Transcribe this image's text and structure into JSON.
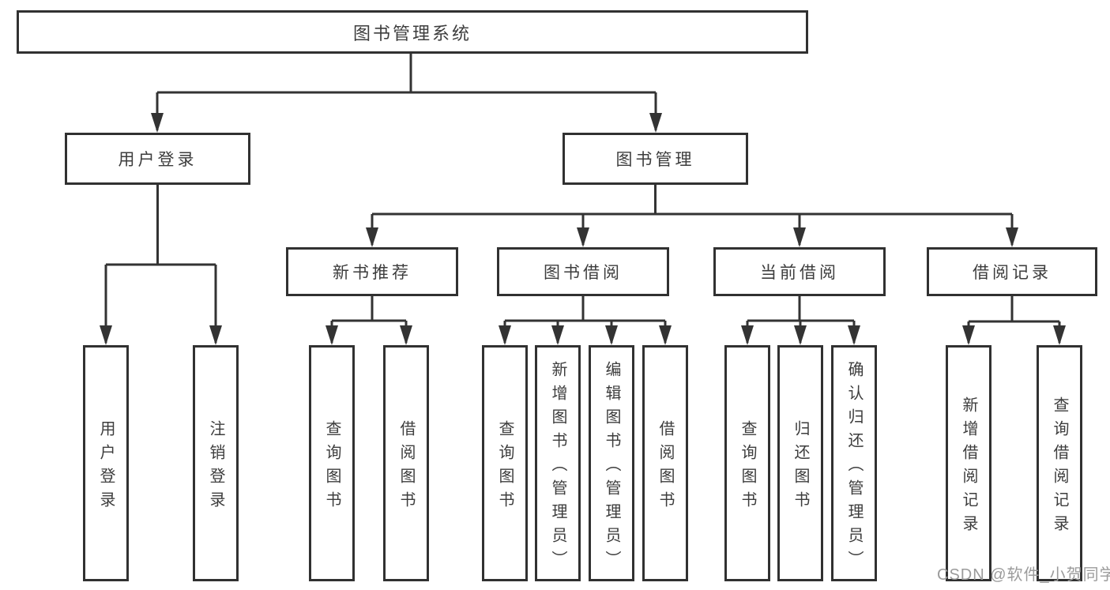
{
  "diagram": {
    "root": {
      "label": "图书管理系统"
    },
    "level2": {
      "user_login": {
        "label": "用户登录"
      },
      "book_mgmt": {
        "label": "图书管理"
      }
    },
    "level3": {
      "new_books": {
        "label": "新书推荐"
      },
      "book_borrow": {
        "label": "图书借阅"
      },
      "current_borrow": {
        "label": "当前借阅"
      },
      "borrow_records": {
        "label": "借阅记录"
      }
    },
    "leaves": {
      "user_login": [
        "用户登录",
        "注销登录"
      ],
      "new_books": [
        "查询图书",
        "借阅图书"
      ],
      "book_borrow": [
        "查询图书",
        "新增图书（管理员）",
        "编辑图书（管理员）",
        "借阅图书"
      ],
      "current_borrow": [
        "查询图书",
        "归还图书",
        "确认归还（管理员）"
      ],
      "borrow_records": [
        "新增借阅记录",
        "查询借阅记录"
      ]
    }
  },
  "watermark": {
    "text": "CSDN @软件_小贺同学",
    "color": "#9b9b9b"
  },
  "colors": {
    "line": "#333333",
    "box_border": "#313131",
    "text": "#3d3d3d",
    "background": "#ffffff"
  }
}
